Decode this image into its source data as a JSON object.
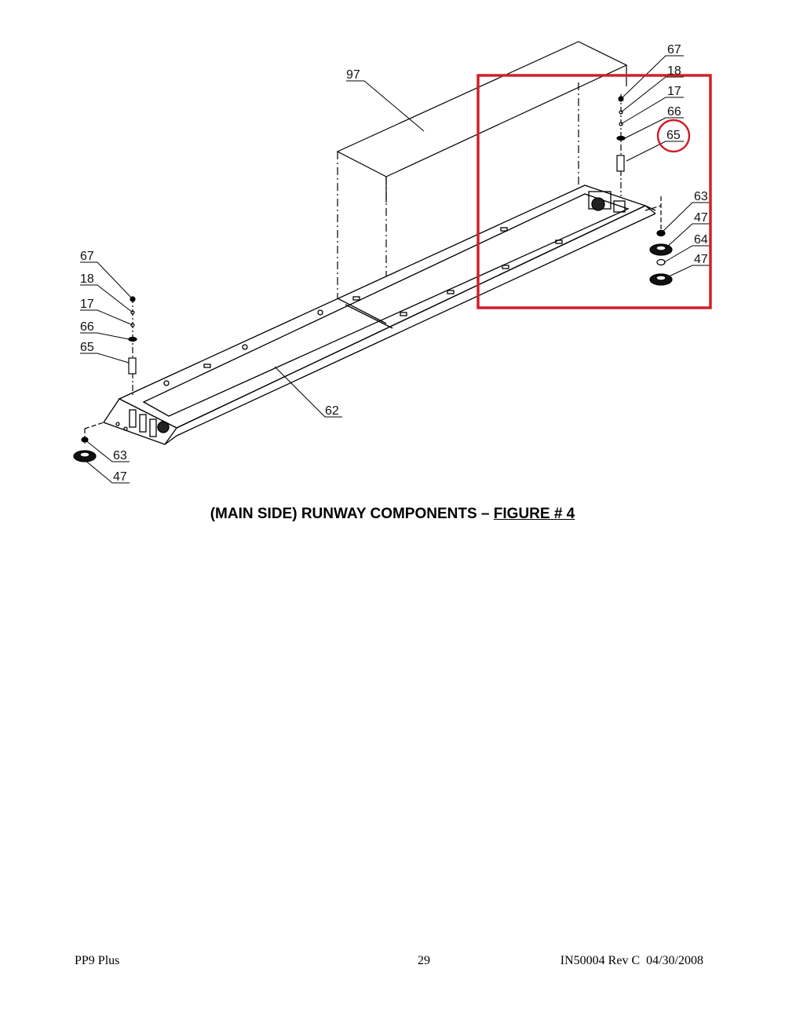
{
  "figure": {
    "caption_main": "(MAIN SIDE) RUNWAY COMPONENTS – ",
    "caption_figure": "FIGURE # 4",
    "callouts": {
      "c97": "97",
      "c62": "62",
      "left_67": "67",
      "left_18": "18",
      "left_17": "17",
      "left_66": "66",
      "left_65": "65",
      "left_63": "63",
      "left_47": "47",
      "right_67": "67",
      "right_18": "18",
      "right_17": "17",
      "right_66": "66",
      "right_65": "65",
      "right_63": "63",
      "right_47a": "47",
      "right_64": "64",
      "right_47b": "47"
    },
    "highlight_color": "#d0202a",
    "line_color": "#000000"
  },
  "footer": {
    "left": "PP9 Plus",
    "center": "29",
    "right": "IN50004 Rev C  04/30/2008"
  }
}
